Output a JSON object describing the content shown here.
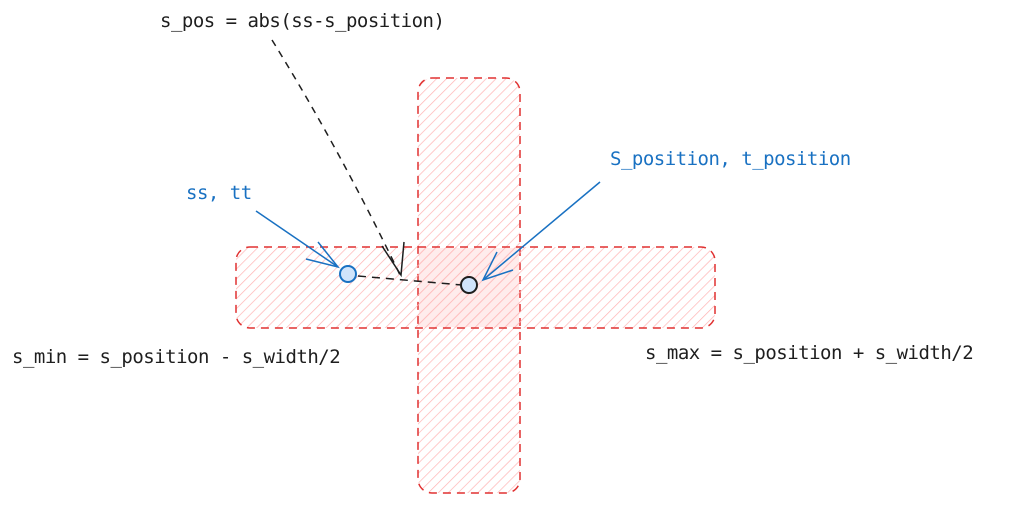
{
  "labels": {
    "s_pos": "s_pos = abs(ss-s_position)",
    "position": "S_position, t_position",
    "sstt": "ss, tt",
    "s_min": "s_min = s_position - s_width/2",
    "s_max": "s_max = s_position + s_width/2"
  },
  "colors": {
    "region_stroke": "#e03131",
    "region_fill": "#ffc9c9",
    "blue": "#1971c2",
    "black": "#1e1e1e"
  }
}
